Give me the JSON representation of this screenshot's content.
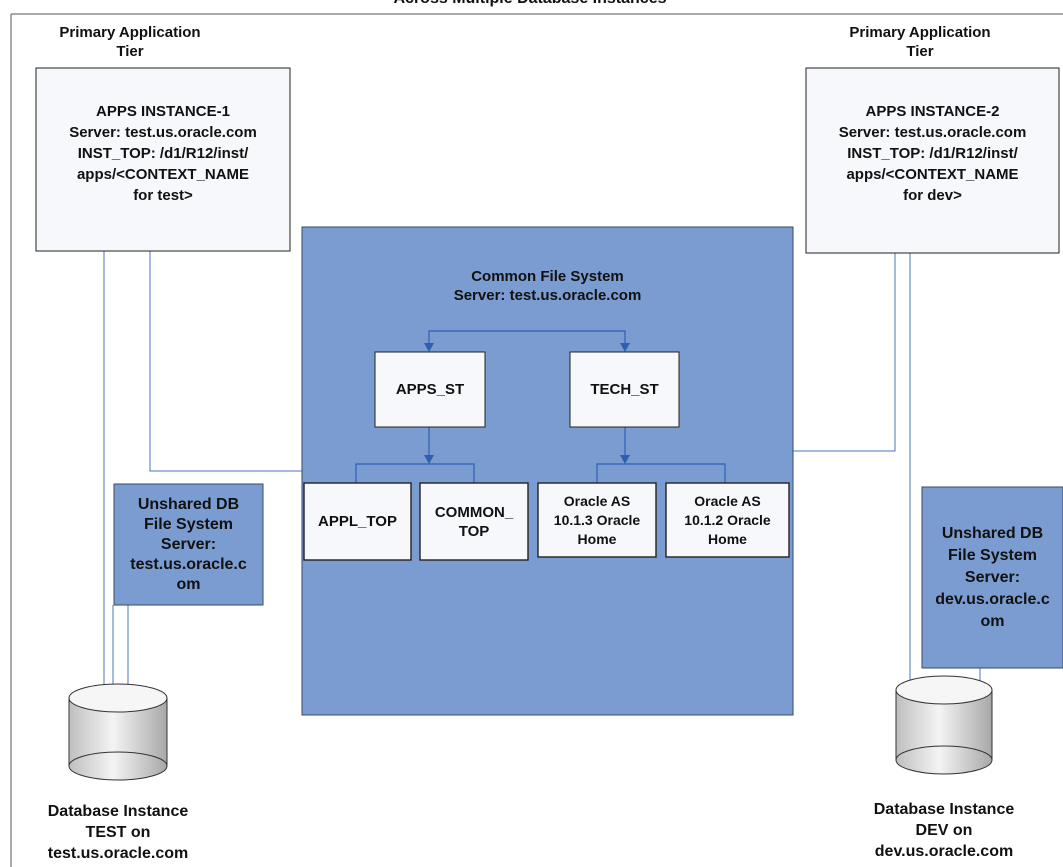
{
  "header": {
    "title": "Across Multiple Database Instances"
  },
  "tiers": {
    "left_label": "Primary Application\nTier",
    "right_label": "Primary Application\nTier"
  },
  "apps_instance_1": {
    "text": "APPS INSTANCE-1\nServer: test.us.oracle.com\nINST_TOP: /d1/R12/inst/\napps/<CONTEXT_NAME\nfor test>"
  },
  "apps_instance_2": {
    "text": "APPS INSTANCE-2\nServer: test.us.oracle.com\nINST_TOP: /d1/R12/inst/\napps/<CONTEXT_NAME\nfor dev>"
  },
  "common_fs": {
    "title": "Common File System\nServer: test.us.oracle.com",
    "apps_st": "APPS_ST",
    "tech_st": "TECH_ST",
    "appl_top": "APPL_TOP",
    "common_top": "COMMON_\nTOP",
    "oracle_as_1013": "Oracle AS\n10.1.3 Oracle\nHome",
    "oracle_as_1012": "Oracle AS\n10.1.2 Oracle\nHome"
  },
  "unshared_left": {
    "text": "Unshared DB\nFile System\nServer:\ntest.us.oracle.c\nom"
  },
  "unshared_right": {
    "text": "Unshared DB\nFile System\nServer:\ndev.us.oracle.c\nom"
  },
  "db_left": {
    "text": "Database Instance\nTEST on\ntest.us.oracle.com"
  },
  "db_right": {
    "text": "Database Instance\nDEV on\ndev.us.oracle.com"
  },
  "colors": {
    "blue_fill": "#7b9cd1",
    "line_blue": "#4a74bd",
    "box_fill": "#f7f8fc",
    "cyl_fill": "#d8d8d8"
  }
}
